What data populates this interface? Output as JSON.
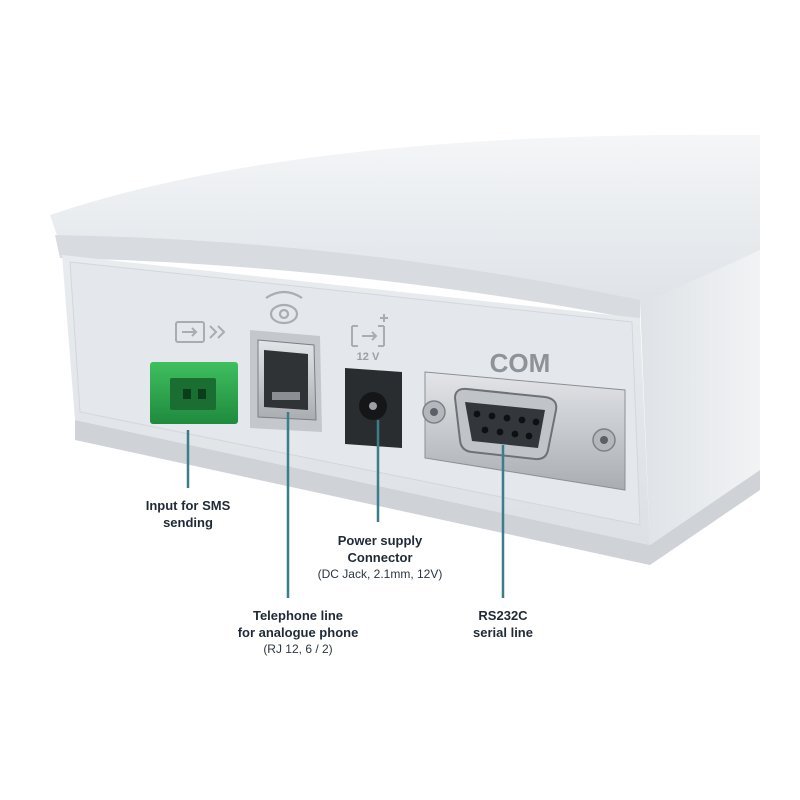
{
  "device": {
    "com_port_label": "COM",
    "power_symbol_text": "12 V",
    "colors": {
      "body": "#eef0f3",
      "panel": "#e6e9ed",
      "leader_line": "#3c7d8a",
      "terminal_green": "#2fa84f",
      "rj_port": "#2f3336",
      "db9_metal": "#c9ccd0"
    }
  },
  "callouts": {
    "sms_input": {
      "line1": "Input for SMS",
      "line2": "sending",
      "icon": "sms-input-icon"
    },
    "telephone_line": {
      "line1": "Telephone line",
      "line2": "for analogue phone",
      "line3": "(RJ 12, 6 / 2)",
      "icon": "telephone-icon"
    },
    "power_supply": {
      "line1": "Power supply",
      "line2": "Connector",
      "line3": "(DC Jack, 2.1mm, 12V)",
      "icon": "dc-power-icon"
    },
    "rs232": {
      "line1": "RS232C",
      "line2": "serial line",
      "icon": "db9-connector-icon"
    }
  }
}
